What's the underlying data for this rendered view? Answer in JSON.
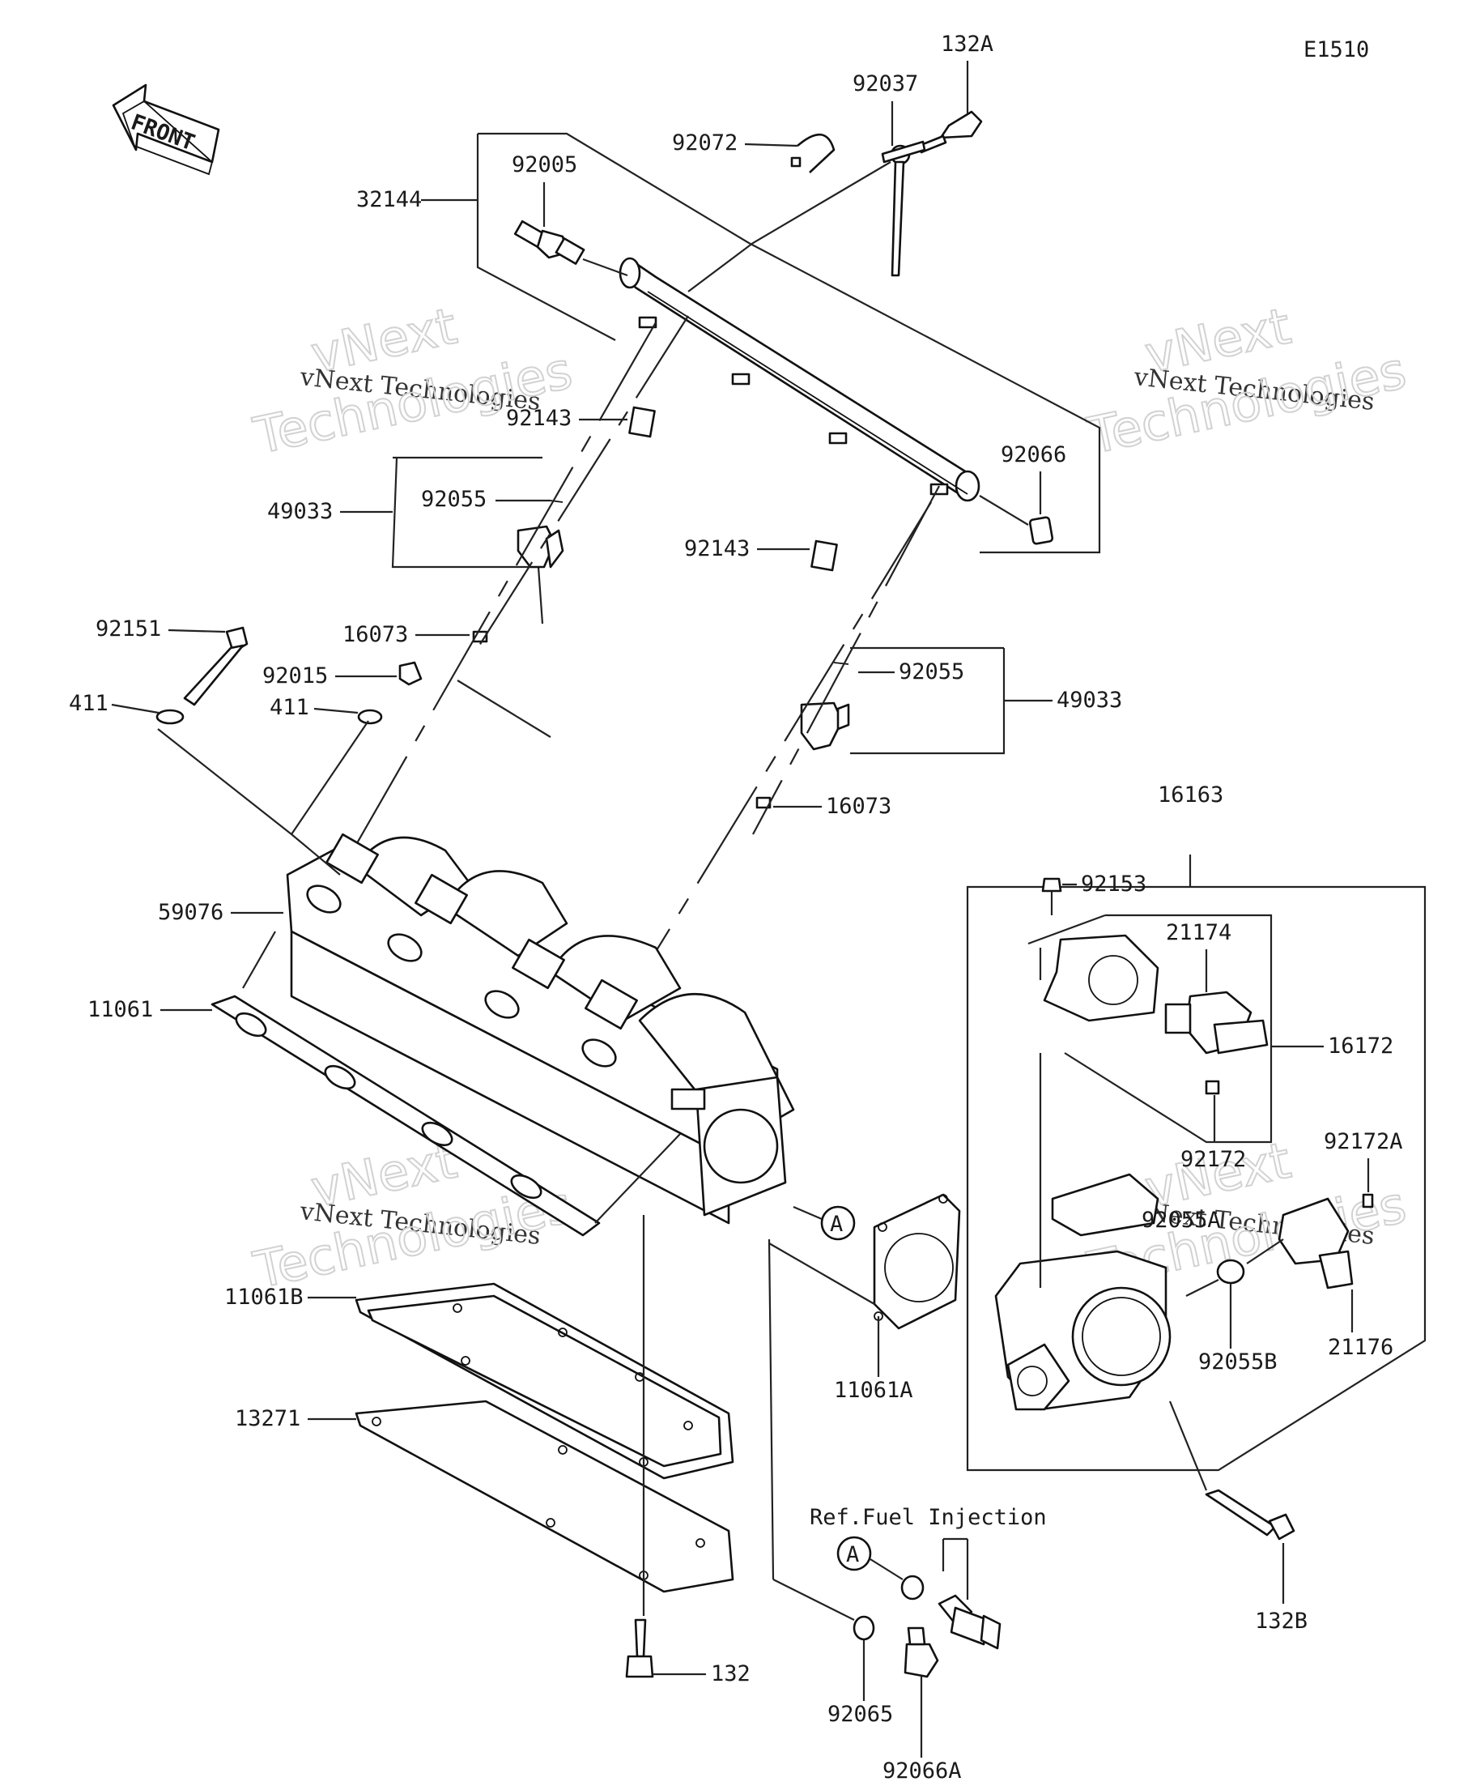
{
  "diagram_code": "E1510",
  "front_label": "FRONT",
  "reference_note": "Ref.Fuel Injection",
  "callout_marker": "A",
  "watermark": {
    "company": "vNext Technologies",
    "brand_big_1": "vNext",
    "brand_big_2": "Technologies"
  },
  "part_numbers": {
    "p132A": "132A",
    "p92037": "92037",
    "p92072": "92072",
    "p92005": "92005",
    "p32144": "32144",
    "p92143a": "92143",
    "p92143b": "92143",
    "p92066": "92066",
    "p92055a": "92055",
    "p92055b": "92055",
    "p49033a": "49033",
    "p49033b": "49033",
    "p16073a": "16073",
    "p16073b": "16073",
    "p92151": "92151",
    "p92015": "92015",
    "p411a": "411",
    "p411b": "411",
    "p59076": "59076",
    "p11061": "11061",
    "p16163": "16163",
    "p92153": "92153",
    "p21174": "21174",
    "p16172": "16172",
    "p92172": "92172",
    "p92172A": "92172A",
    "p92055A": "92055A",
    "p21176": "21176",
    "p92055B": "92055B",
    "p11061A": "11061A",
    "p11061B": "11061B",
    "p13271": "13271",
    "p132B": "132B",
    "p132": "132",
    "p92065": "92065",
    "p92066A": "92066A"
  }
}
